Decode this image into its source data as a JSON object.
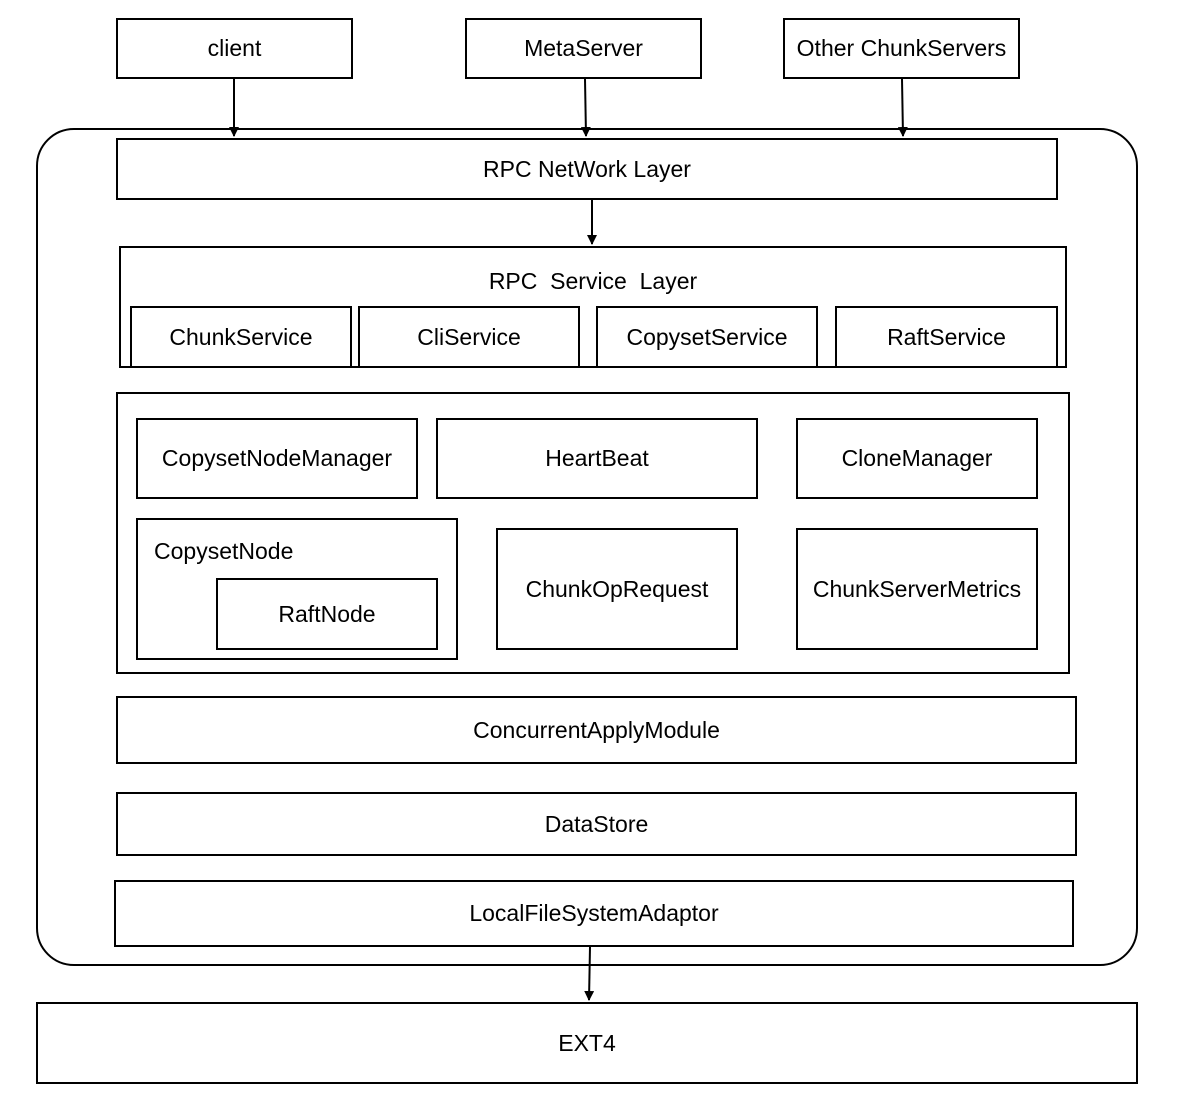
{
  "external": {
    "client": "client",
    "metaserver": "MetaServer",
    "other_chunkservers": "Other ChunkServers"
  },
  "chunkserver": {
    "rpc_network_layer": "RPC NetWork Layer",
    "rpc_service_layer": {
      "title": "RPC  Service  Layer",
      "services": [
        "ChunkService",
        "CliService",
        "CopysetService",
        "RaftService"
      ]
    },
    "core": {
      "copyset_node_manager": "CopysetNodeManager",
      "heartbeat": "HeartBeat",
      "clone_manager": "CloneManager",
      "copyset_node": "CopysetNode",
      "raft_node": "RaftNode",
      "chunk_op_request": "ChunkOpRequest",
      "chunkserver_metrics": "ChunkServerMetrics"
    },
    "concurrent_apply_module": "ConcurrentApplyModule",
    "datastore": "DataStore",
    "local_fs_adaptor": "LocalFileSystemAdaptor"
  },
  "filesystem": "EXT4",
  "style": {
    "stroke": "#000000",
    "fill": "#ffffff"
  }
}
